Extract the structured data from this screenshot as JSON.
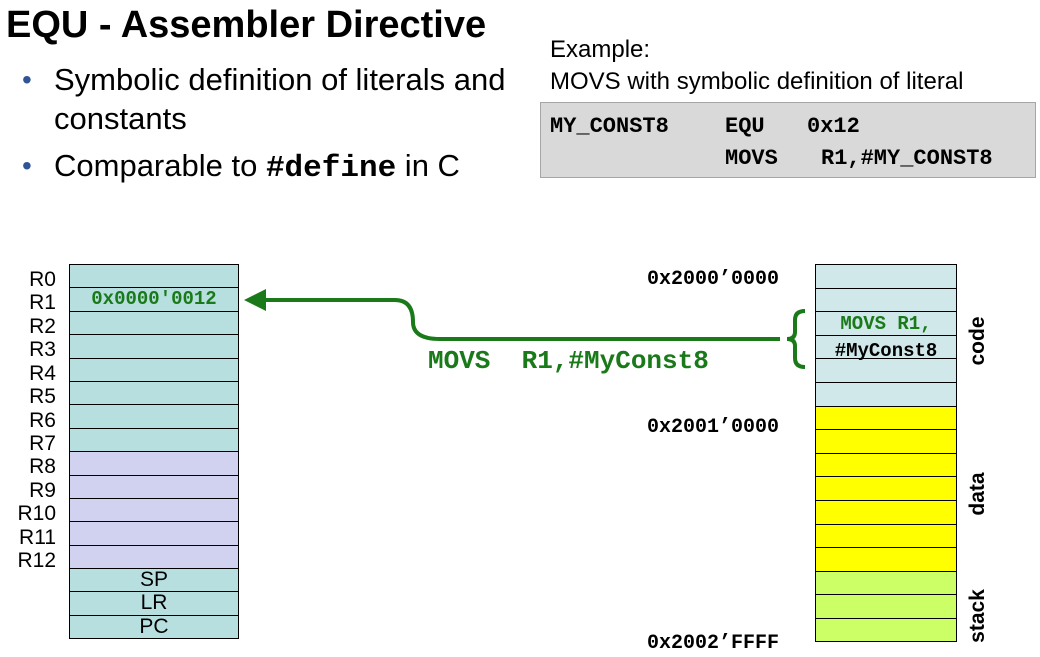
{
  "slide": {
    "title": "EQU - Assembler Directive",
    "bullets": [
      {
        "text": "Symbolic definition of literals and constants"
      },
      {
        "prefix": "Comparable to ",
        "code": "#define",
        "suffix": " in C"
      }
    ],
    "example": {
      "label_line1": "Example:",
      "label_line2": "MOVS with symbolic definition of literal",
      "code_line1_label": "MY_CONST8",
      "code_line1_op": "EQU",
      "code_line1_arg": "0x12",
      "code_line2_op": "MOVS",
      "code_line2_arg": "R1,#MY_CONST8"
    }
  },
  "registers": {
    "labels": [
      "R0",
      "R1",
      "R2",
      "R3",
      "R4",
      "R5",
      "R6",
      "R7",
      "R8",
      "R9",
      "R10",
      "R11",
      "R12"
    ],
    "special": [
      "SP",
      "LR",
      "PC"
    ],
    "r1_value": "0x0000'0012",
    "colors": {
      "low": "#b7dfe0",
      "high": "#d1d1f0",
      "special": "#b7dfe0"
    }
  },
  "memory": {
    "addresses": {
      "start": "0x2000’0000",
      "data_start": "0x2001’0000",
      "end": "0x2002’FFFF"
    },
    "segments": [
      "code",
      "data",
      "stack"
    ],
    "instruction_line1": "MOVS R1,",
    "instruction_line2": "#MyConst8",
    "colors": {
      "code": "#d1e8ea",
      "data": "#ffff00",
      "stack": "#ccff66"
    }
  },
  "arrow": {
    "label": "MOVS  R1,#MyConst8",
    "color": "#1a7a1a"
  }
}
